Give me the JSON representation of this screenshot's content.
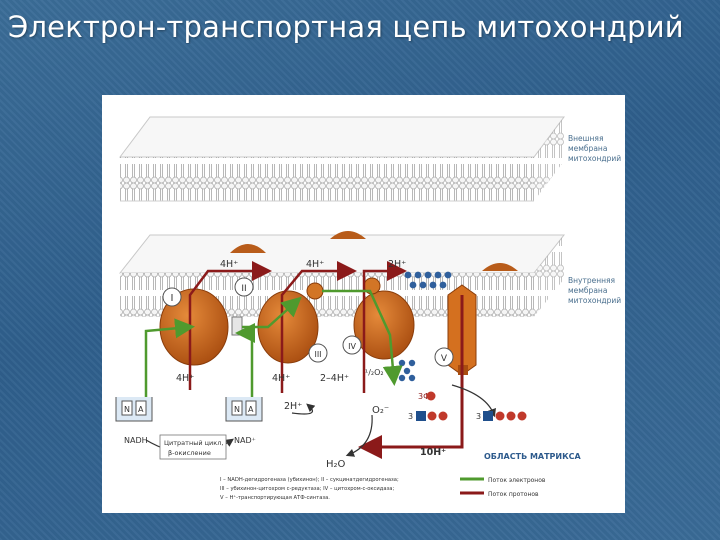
{
  "slide": {
    "title": "Электрон-транспортная цепь митохондрий"
  },
  "figure": {
    "membranes": {
      "outer_label": [
        "Внешняя",
        "мембрана",
        "митохондрий"
      ],
      "inner_label": [
        "Внутренняя",
        "мембрана",
        "митохондрий"
      ]
    },
    "complexes": [
      "I",
      "II",
      "III",
      "IV",
      "V"
    ],
    "coenzyme_q": "Q",
    "cytochrome_c": "c",
    "proton_labels_top": [
      "4H⁺",
      "4H⁺",
      "2H⁺"
    ],
    "proton_labels_bottom": [
      "4H⁺",
      "4H⁺",
      "2–4H⁺",
      "2H⁺",
      "10H⁺"
    ],
    "oxygen_label": "¹/₂O₂",
    "oxygen_reduced": "O₂⁻",
    "water_label": "H₂O",
    "nadh_label": "NADH",
    "nad_label": "NAD⁺",
    "cycle_label": [
      "Цитратный цикл,",
      "β-окисление"
    ],
    "box_letters": [
      "N",
      "A"
    ],
    "atp_labels": [
      "3Ф",
      "3",
      "3"
    ],
    "matrix_label": "ОБЛАСТЬ МАТРИКСА",
    "legend_text": [
      "I – NADH-дегидрогеназа (убихинон); II – сукцинатдегидрогеназа;",
      "III – убихинон-цитохром с-редуктаза; IV – цитохром-с-оксидаза;",
      "V – H⁺-транспортирующая АТФ-синтаза."
    ],
    "legend_keys": [
      "Поток электронов",
      "Поток протонов"
    ],
    "colors": {
      "electron_flow": "#4f9a2e",
      "proton_flow": "#8b1a1a",
      "complex": "#c8651b",
      "membrane_head": "#f2f2f2"
    }
  }
}
